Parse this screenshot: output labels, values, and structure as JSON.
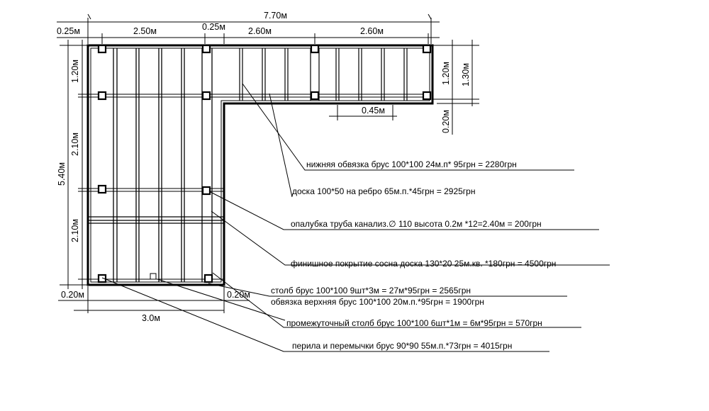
{
  "dimensions": {
    "total_width": "7.70м",
    "left_offset": "0.25м",
    "seg_left": "2.50м",
    "mid_offset": "0.25м",
    "seg_mid": "2.60м",
    "seg_right": "2.60м",
    "left_top": "1.20м",
    "left_mid": "2.10м",
    "left_low": "2.10м",
    "total_height": "5.40м",
    "right_inner": "1.20м",
    "right_total": "1.30м",
    "post_gap": "0.45м",
    "right_overhang": "0.20м",
    "bottom_left_overhang": "0.20м",
    "bottom_right_overhang": "0.20м",
    "bottom_width": "3.0м"
  },
  "notes": [
    "нижняя  обвязка брус 100*100      24м.п* 95грн = 2280грн",
    "доска 100*50  на ребро   65м.п.*45грн = 2925грн",
    "опалубка   труба канализ.∅ 110  высота  0.2м *12=2.40м  = 200грн",
    "финишное покрытие    сосна  доска 130*20      25м.кв. *180грн = 4500грн",
    "столб брус 100*100   9шт*3м = 27м*95грн = 2565грн",
    "обвязка верхняя брус      100*100    20м.п.*95грн = 1900грн",
    "промежуточный столб брус 100*100   6шт*1м = 6м*95грн = 570грн",
    "перила  и перемычки    брус 90*90     55м.п.*73грн = 4015грн"
  ]
}
